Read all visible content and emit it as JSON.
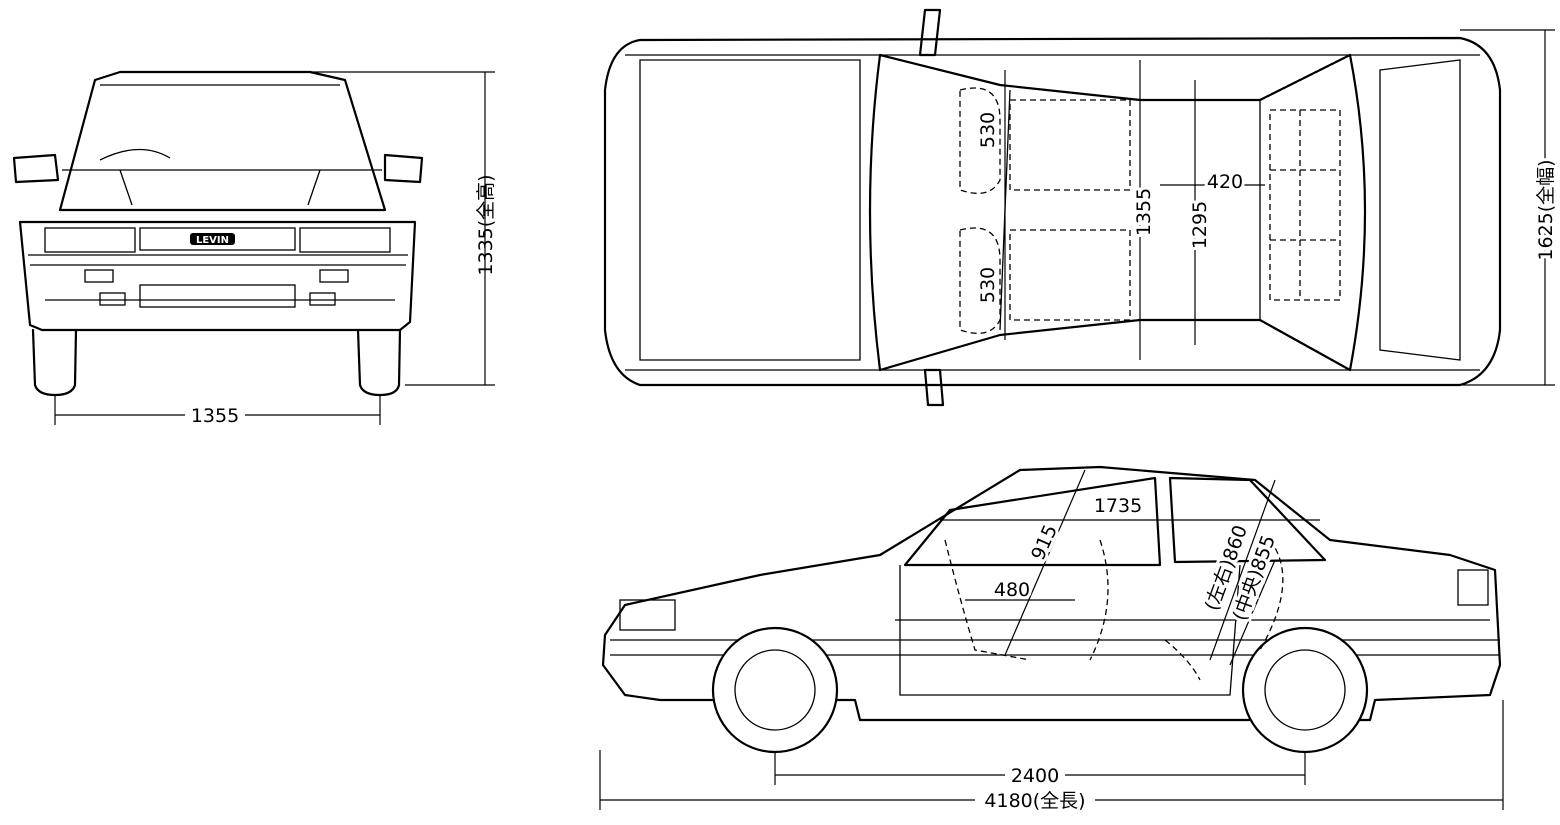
{
  "title": "Toyota Corolla Levin coupe blueprint",
  "front_view": {
    "badge": "LEVIN",
    "track_width": "1355",
    "overall_height": "1335(全高)"
  },
  "top_view": {
    "front_seat_width_left": "530",
    "front_seat_width_right": "530",
    "cabin_width": "1355",
    "rear_seat_depth": "420",
    "rear_cabin_width": "1295",
    "overall_width": "1625(全幅)"
  },
  "side_view": {
    "interior_length": "1735",
    "front_headroom": "915",
    "rear_headroom_sides": "(左右)860",
    "rear_headroom_center": "(中央)855",
    "seat_depth": "480",
    "wheelbase": "2400",
    "overall_length": "4180(全長)"
  }
}
